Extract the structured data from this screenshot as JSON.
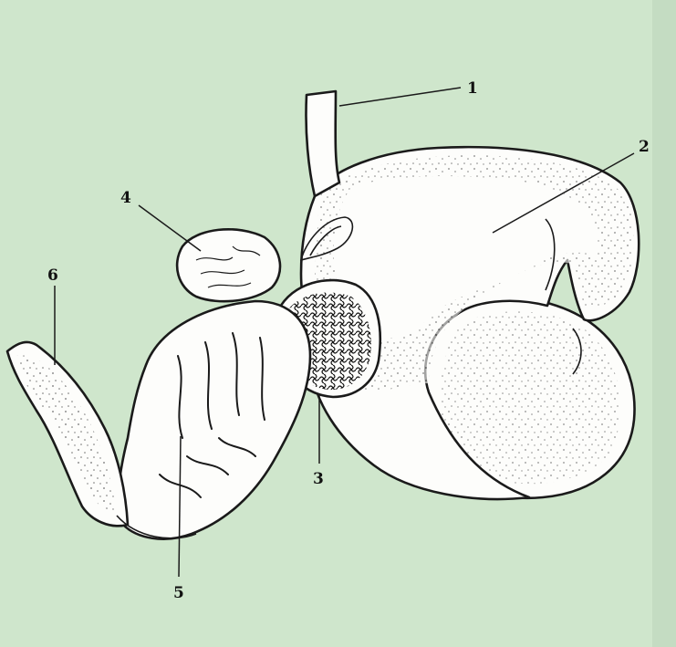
{
  "labels": {
    "l1": "1",
    "l2": "2",
    "l3": "3",
    "l4": "4",
    "l5": "5",
    "l6": "6"
  },
  "colors": {
    "background": "#cfe6cc",
    "organ_fill": "#fdfdfb",
    "outline": "#1a1a1a"
  }
}
